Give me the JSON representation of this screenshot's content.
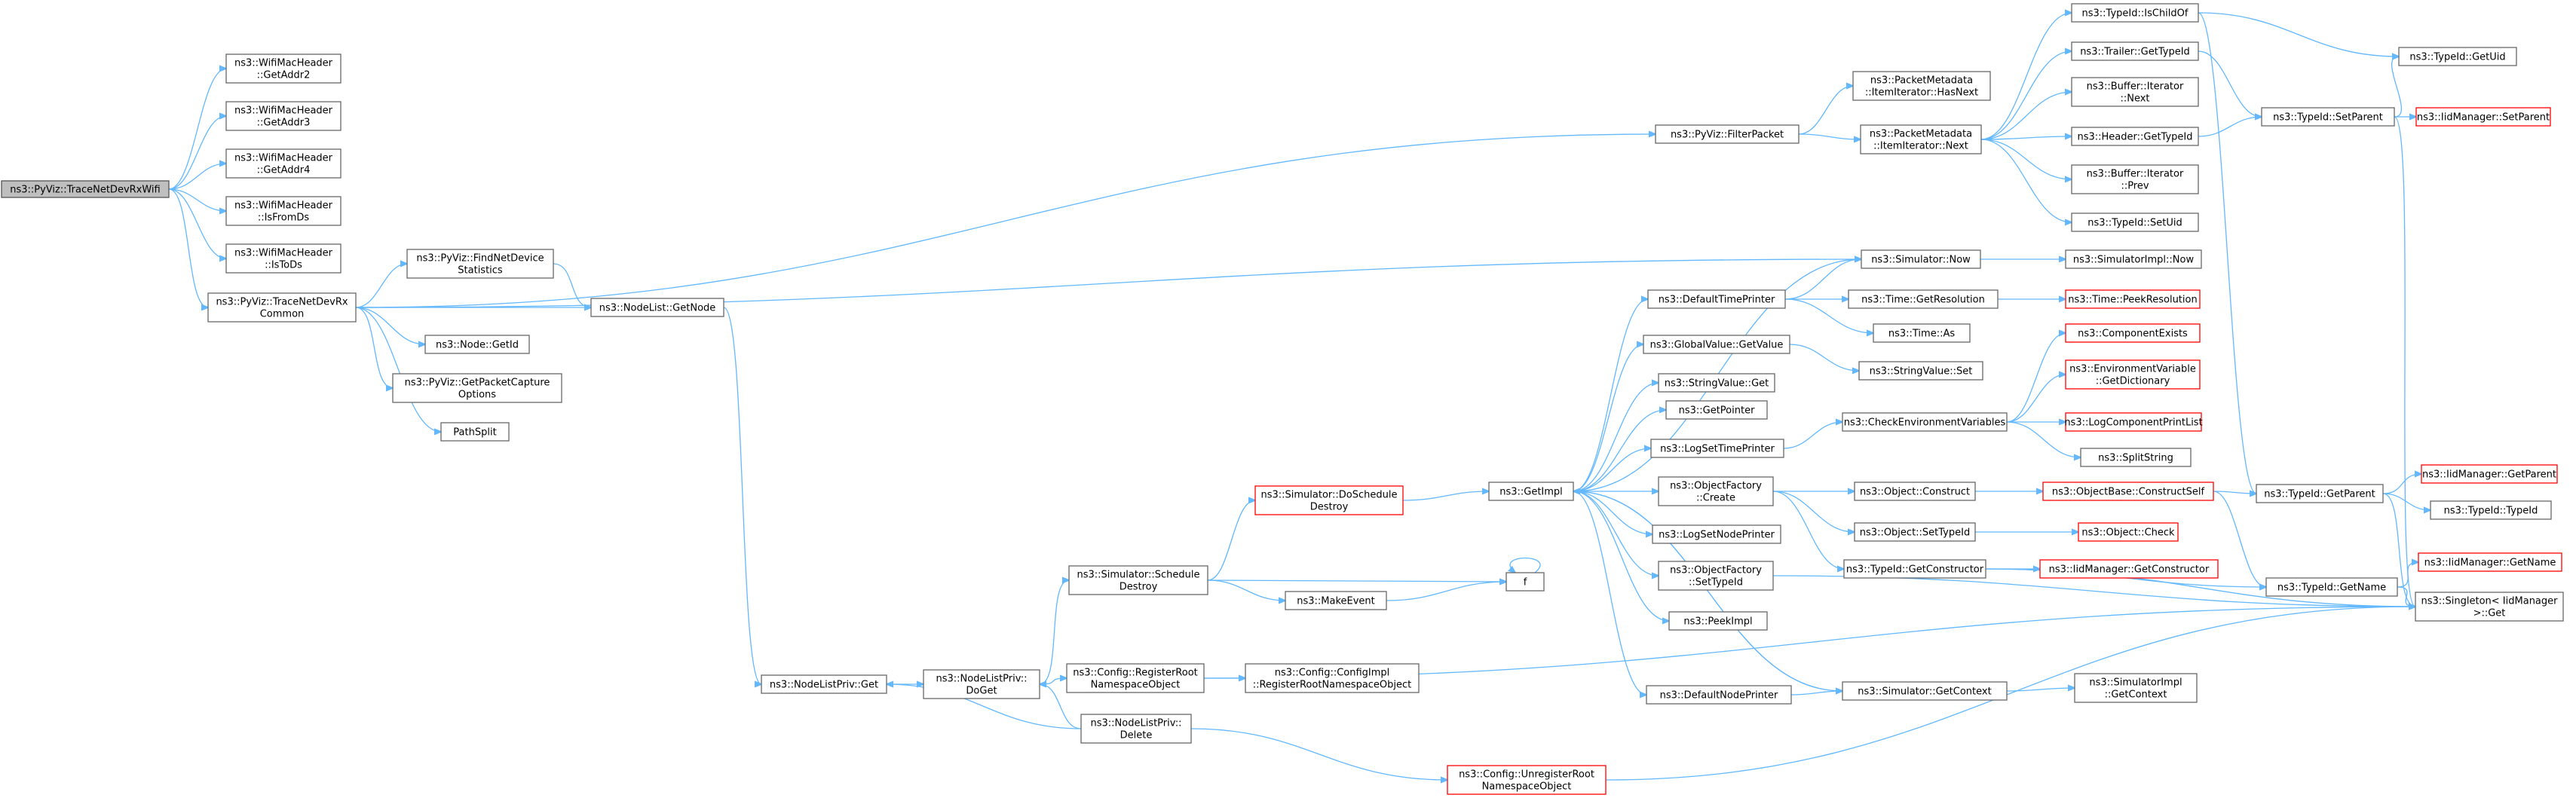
{
  "diagram": {
    "type": "call-graph",
    "colors": {
      "edge": "#63b8ff",
      "node_border": "#666666",
      "node_border_truncated": "#ff0000",
      "root_fill": "#bfbfbf"
    },
    "nodes": [
      {
        "id": "root",
        "lines": [
          "ns3::PyViz::TraceNetDevRxWifi"
        ],
        "style": "root"
      },
      {
        "id": "addr2",
        "lines": [
          "ns3::WifiMacHeader",
          "::GetAddr2"
        ]
      },
      {
        "id": "addr3",
        "lines": [
          "ns3::WifiMacHeader",
          "::GetAddr3"
        ]
      },
      {
        "id": "addr4",
        "lines": [
          "ns3::WifiMacHeader",
          "::GetAddr4"
        ]
      },
      {
        "id": "isfromds",
        "lines": [
          "ns3::WifiMacHeader",
          "::IsFromDs"
        ]
      },
      {
        "id": "istods",
        "lines": [
          "ns3::WifiMacHeader",
          "::IsToDs"
        ]
      },
      {
        "id": "common",
        "lines": [
          "ns3::PyViz::TraceNetDevRx",
          "Common"
        ]
      },
      {
        "id": "findnet",
        "lines": [
          "ns3::PyViz::FindNetDevice",
          "Statistics"
        ]
      },
      {
        "id": "nodelistget",
        "lines": [
          "ns3::NodeList::GetNode"
        ]
      },
      {
        "id": "nodegetid",
        "lines": [
          "ns3::Node::GetId"
        ]
      },
      {
        "id": "capture",
        "lines": [
          "ns3::PyViz::GetPacketCapture",
          "Options"
        ]
      },
      {
        "id": "pathsplit",
        "lines": [
          "PathSplit"
        ]
      },
      {
        "id": "filter",
        "lines": [
          "ns3::PyViz::FilterPacket"
        ]
      },
      {
        "id": "hasnext",
        "lines": [
          "ns3::PacketMetadata",
          "::ItemIterator::HasNext"
        ]
      },
      {
        "id": "pmnext",
        "lines": [
          "ns3::PacketMetadata",
          "::ItemIterator::Next"
        ]
      },
      {
        "id": "ischild",
        "lines": [
          "ns3::TypeId::IsChildOf"
        ]
      },
      {
        "id": "trailer",
        "lines": [
          "ns3::Trailer::GetTypeId"
        ]
      },
      {
        "id": "bufnext",
        "lines": [
          "ns3::Buffer::Iterator",
          "::Next"
        ]
      },
      {
        "id": "header",
        "lines": [
          "ns3::Header::GetTypeId"
        ]
      },
      {
        "id": "bufprev",
        "lines": [
          "ns3::Buffer::Iterator",
          "::Prev"
        ]
      },
      {
        "id": "setuid",
        "lines": [
          "ns3::TypeId::SetUid"
        ]
      },
      {
        "id": "getuid",
        "lines": [
          "ns3::TypeId::GetUid"
        ]
      },
      {
        "id": "setparent",
        "lines": [
          "ns3::TypeId::SetParent"
        ]
      },
      {
        "id": "iidsetparent",
        "lines": [
          "ns3::IidManager::SetParent"
        ],
        "style": "red"
      },
      {
        "id": "simnow",
        "lines": [
          "ns3::Simulator::Now"
        ]
      },
      {
        "id": "simimplnow",
        "lines": [
          "ns3::SimulatorImpl::Now"
        ]
      },
      {
        "id": "deftime",
        "lines": [
          "ns3::DefaultTimePrinter"
        ]
      },
      {
        "id": "getres",
        "lines": [
          "ns3::Time::GetResolution"
        ]
      },
      {
        "id": "peekres",
        "lines": [
          "ns3::Time::PeekResolution"
        ],
        "style": "red"
      },
      {
        "id": "timeas",
        "lines": [
          "ns3::Time::As"
        ]
      },
      {
        "id": "gvget",
        "lines": [
          "ns3::GlobalValue::GetValue"
        ]
      },
      {
        "id": "svset",
        "lines": [
          "ns3::StringValue::Set"
        ]
      },
      {
        "id": "svget",
        "lines": [
          "ns3::StringValue::Get"
        ]
      },
      {
        "id": "getpointer",
        "lines": [
          "ns3::GetPointer"
        ]
      },
      {
        "id": "compexists",
        "lines": [
          "ns3::ComponentExists"
        ],
        "style": "red"
      },
      {
        "id": "envvar",
        "lines": [
          "ns3::EnvironmentVariable",
          "::GetDictionary"
        ],
        "style": "red"
      },
      {
        "id": "logsettime",
        "lines": [
          "ns3::LogSetTimePrinter"
        ]
      },
      {
        "id": "checkenv",
        "lines": [
          "ns3::CheckEnvironmentVariables"
        ]
      },
      {
        "id": "logcomp",
        "lines": [
          "ns3::LogComponentPrintList"
        ],
        "style": "red"
      },
      {
        "id": "splitstr",
        "lines": [
          "ns3::SplitString"
        ]
      },
      {
        "id": "getimpl",
        "lines": [
          "ns3::GetImpl"
        ]
      },
      {
        "id": "ofcreate",
        "lines": [
          "ns3::ObjectFactory",
          "::Create"
        ]
      },
      {
        "id": "objconstruct",
        "lines": [
          "ns3::Object::Construct"
        ]
      },
      {
        "id": "constructself",
        "lines": [
          "ns3::ObjectBase::ConstructSelf"
        ],
        "style": "red"
      },
      {
        "id": "tidgetparent",
        "lines": [
          "ns3::TypeId::GetParent"
        ]
      },
      {
        "id": "iidgetparent",
        "lines": [
          "ns3::IidManager::GetParent"
        ],
        "style": "red"
      },
      {
        "id": "tidtypeid",
        "lines": [
          "ns3::TypeId::TypeId"
        ]
      },
      {
        "id": "objsettypeid",
        "lines": [
          "ns3::Object::SetTypeId"
        ]
      },
      {
        "id": "objcheck",
        "lines": [
          "ns3::Object::Check"
        ],
        "style": "red"
      },
      {
        "id": "lognode",
        "lines": [
          "ns3::LogSetNodePrinter"
        ]
      },
      {
        "id": "getctor",
        "lines": [
          "ns3::TypeId::GetConstructor"
        ]
      },
      {
        "id": "iidgetctor",
        "lines": [
          "ns3::IidManager::GetConstructor"
        ],
        "style": "red"
      },
      {
        "id": "tidgetname",
        "lines": [
          "ns3::TypeId::GetName"
        ]
      },
      {
        "id": "iidgetname",
        "lines": [
          "ns3::IidManager::GetName"
        ],
        "style": "red"
      },
      {
        "id": "ofsettypeid",
        "lines": [
          "ns3::ObjectFactory",
          "::SetTypeId"
        ]
      },
      {
        "id": "singleton",
        "lines": [
          "ns3::Singleton< IidManager",
          ">::Get"
        ]
      },
      {
        "id": "peekimpl",
        "lines": [
          "ns3::PeekImpl"
        ]
      },
      {
        "id": "defnode",
        "lines": [
          "ns3::DefaultNodePrinter"
        ]
      },
      {
        "id": "getctx",
        "lines": [
          "ns3::Simulator::GetContext"
        ]
      },
      {
        "id": "simimplctx",
        "lines": [
          "ns3::SimulatorImpl",
          "::GetContext"
        ]
      },
      {
        "id": "dosched",
        "lines": [
          "ns3::Simulator::DoSchedule",
          "Destroy"
        ],
        "style": "red"
      },
      {
        "id": "schedd",
        "lines": [
          "ns3::Simulator::Schedule",
          "Destroy"
        ]
      },
      {
        "id": "makeevent",
        "lines": [
          "ns3::MakeEvent"
        ]
      },
      {
        "id": "f",
        "lines": [
          "f"
        ]
      },
      {
        "id": "nlpget",
        "lines": [
          "ns3::NodeListPriv::Get"
        ]
      },
      {
        "id": "nlpdoget",
        "lines": [
          "ns3::NodeListPriv::",
          "DoGet"
        ]
      },
      {
        "id": "regroot",
        "lines": [
          "ns3::Config::RegisterRoot",
          "NamespaceObject"
        ]
      },
      {
        "id": "cfgimplreg",
        "lines": [
          "ns3::Config::ConfigImpl",
          "::RegisterRootNamespaceObject"
        ]
      },
      {
        "id": "nlpdelete",
        "lines": [
          "ns3::NodeListPriv::",
          "Delete"
        ]
      },
      {
        "id": "unregroot",
        "lines": [
          "ns3::Config::UnregisterRoot",
          "NamespaceObject"
        ],
        "style": "red"
      }
    ],
    "edges": [
      [
        "root",
        "addr2"
      ],
      [
        "root",
        "addr3"
      ],
      [
        "root",
        "addr4"
      ],
      [
        "root",
        "isfromds"
      ],
      [
        "root",
        "istods"
      ],
      [
        "root",
        "common"
      ],
      [
        "common",
        "filter"
      ],
      [
        "common",
        "simnow"
      ],
      [
        "common",
        "findnet"
      ],
      [
        "common",
        "nodelistget"
      ],
      [
        "common",
        "nodegetid"
      ],
      [
        "common",
        "capture"
      ],
      [
        "common",
        "pathsplit"
      ],
      [
        "findnet",
        "nodelistget"
      ],
      [
        "nodelistget",
        "nlpget"
      ],
      [
        "filter",
        "hasnext"
      ],
      [
        "filter",
        "pmnext"
      ],
      [
        "pmnext",
        "ischild"
      ],
      [
        "pmnext",
        "trailer"
      ],
      [
        "pmnext",
        "bufnext"
      ],
      [
        "pmnext",
        "header"
      ],
      [
        "pmnext",
        "bufprev"
      ],
      [
        "pmnext",
        "setuid"
      ],
      [
        "ischild",
        "getuid"
      ],
      [
        "ischild",
        "tidgetparent"
      ],
      [
        "trailer",
        "setparent"
      ],
      [
        "header",
        "setparent"
      ],
      [
        "setparent",
        "getuid"
      ],
      [
        "setparent",
        "iidsetparent"
      ],
      [
        "setparent",
        "singleton"
      ],
      [
        "simnow",
        "simimplnow"
      ],
      [
        "simnow",
        "getimpl"
      ],
      [
        "deftime",
        "simnow"
      ],
      [
        "deftime",
        "getres"
      ],
      [
        "deftime",
        "timeas"
      ],
      [
        "getres",
        "peekres"
      ],
      [
        "gvget",
        "svset"
      ],
      [
        "checkenv",
        "compexists"
      ],
      [
        "checkenv",
        "envvar"
      ],
      [
        "checkenv",
        "logcomp"
      ],
      [
        "checkenv",
        "splitstr"
      ],
      [
        "logsettime",
        "checkenv"
      ],
      [
        "getimpl",
        "deftime"
      ],
      [
        "getimpl",
        "gvget"
      ],
      [
        "getimpl",
        "svget"
      ],
      [
        "getimpl",
        "getpointer"
      ],
      [
        "getimpl",
        "logsettime"
      ],
      [
        "getimpl",
        "ofcreate"
      ],
      [
        "getimpl",
        "lognode"
      ],
      [
        "getimpl",
        "ofsettypeid"
      ],
      [
        "getimpl",
        "peekimpl"
      ],
      [
        "getimpl",
        "defnode"
      ],
      [
        "getimpl",
        "getctx"
      ],
      [
        "ofcreate",
        "objconstruct"
      ],
      [
        "ofcreate",
        "objsettypeid"
      ],
      [
        "ofcreate",
        "getctor"
      ],
      [
        "objconstruct",
        "constructself"
      ],
      [
        "constructself",
        "tidgetparent"
      ],
      [
        "constructself",
        "tidgetname"
      ],
      [
        "tidgetparent",
        "iidgetparent"
      ],
      [
        "tidgetparent",
        "tidtypeid"
      ],
      [
        "tidgetparent",
        "singleton"
      ],
      [
        "objsettypeid",
        "objcheck"
      ],
      [
        "getctor",
        "iidgetctor"
      ],
      [
        "getctor",
        "tidgetname"
      ],
      [
        "getctor",
        "singleton"
      ],
      [
        "tidgetname",
        "iidgetname"
      ],
      [
        "tidgetname",
        "singleton"
      ],
      [
        "ofsettypeid",
        "singleton"
      ],
      [
        "defnode",
        "getctx"
      ],
      [
        "getctx",
        "simimplctx"
      ],
      [
        "getctx",
        "getimpl"
      ],
      [
        "dosched",
        "getimpl"
      ],
      [
        "schedd",
        "dosched"
      ],
      [
        "schedd",
        "makeevent"
      ],
      [
        "schedd",
        "f"
      ],
      [
        "makeevent",
        "f"
      ],
      [
        "f",
        "f"
      ],
      [
        "nlpget",
        "nlpdoget"
      ],
      [
        "nlpdoget",
        "schedd"
      ],
      [
        "nlpdoget",
        "regroot"
      ],
      [
        "regroot",
        "cfgimplreg"
      ],
      [
        "regroot",
        "singleton"
      ],
      [
        "nlpdelete",
        "nlpdoget"
      ],
      [
        "nlpdelete",
        "nlpget"
      ],
      [
        "nlpdelete",
        "unregroot"
      ],
      [
        "unregroot",
        "singleton"
      ]
    ]
  }
}
